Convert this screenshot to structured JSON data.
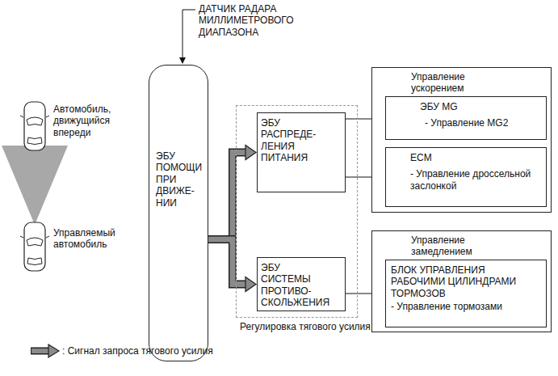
{
  "diagram": {
    "nodes": [
      {
        "text": [
          "ЭБУ ПОМОЩИ ПРИ ДВИЖЕ- НИИ"
        ]
      },
      {
        "text": [
          "Регулировка тягового усилия"
        ]
      },
      {
        "text": [
          "ЭБУ РАСПРЕДЕ- ЛЕНИЯ ПИТАНИЯ"
        ],
        "in": 1
      },
      {
        "text": [
          "ЭБУ СИСТЕМЫ ПРОТИВО- СКОЛЬЖЕНИЯ"
        ],
        "in": 1
      },
      {
        "text": [
          "Управление ускорением"
        ]
      },
      {
        "text": [
          "ЭБУ MG",
          "- Управление MG2"
        ],
        "in": 4
      },
      {
        "text": [
          "ECM",
          "- Управление дроссельной заслонкой"
        ],
        "in": 4
      },
      {
        "text": [
          "Управление замедлением"
        ]
      },
      {
        "text": [
          "БЛОК УПРАВЛЕНИЯ РАБОЧИМИ ЦИЛИНДРАМИ ТОРМОЗОВ",
          "- Управление тормозами"
        ],
        "in": 7
      }
    ],
    "edges": [
      {
        "from": 0,
        "to": 2,
        "arrow": "to"
      },
      {
        "from": 0,
        "to": 3,
        "arrow": "to"
      },
      {
        "from": 2,
        "to": 5,
        "arrow": "to"
      },
      {
        "from": 2,
        "to": 6,
        "arrow": "to"
      },
      {
        "from": 3,
        "to": 8,
        "arrow": "to"
      }
    ],
    "labels": [
      "ДАТЧИК РАДАРА МИЛЛИМЕТРОВОГО ДИАПАЗОНА",
      "Автомобиль, движущийся впереди",
      "Управляемый автомобиль"
    ],
    "legend": [
      {
        "text": ": Сигнал запроса тягового усилия"
      }
    ]
  }
}
